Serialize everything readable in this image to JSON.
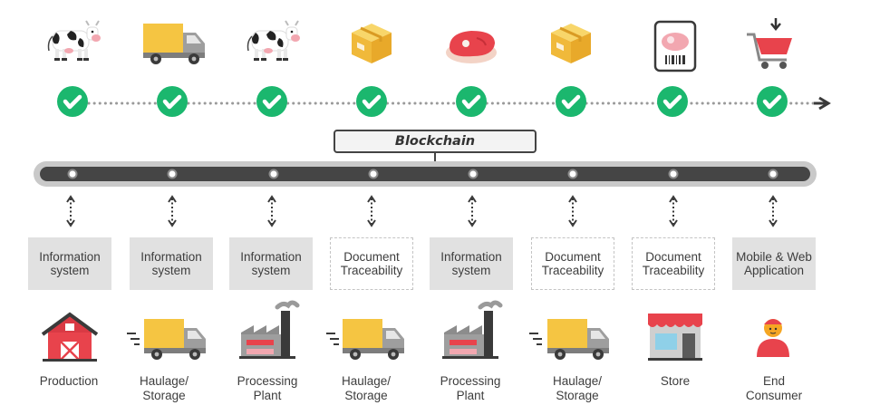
{
  "blockchain_label": "Blockchain",
  "colors": {
    "check_green": "#1bb76e",
    "accent_red": "#e8434c",
    "truck_yellow": "#f5c542",
    "belt_dark": "#454545",
    "box_fill": "#e1e1e1"
  },
  "top_items": [
    {
      "icon": "cow-icon"
    },
    {
      "icon": "truck-icon"
    },
    {
      "icon": "cow-icon"
    },
    {
      "icon": "package-box-icon"
    },
    {
      "icon": "meat-steak-icon"
    },
    {
      "icon": "package-box-icon"
    },
    {
      "icon": "packaged-meat-barcode-icon"
    },
    {
      "icon": "shopping-cart-icon"
    }
  ],
  "systems": [
    {
      "label_1": "Information",
      "label_2": "system",
      "style": "info"
    },
    {
      "label_1": "Information",
      "label_2": "system",
      "style": "info"
    },
    {
      "label_1": "Information",
      "label_2": "system",
      "style": "info"
    },
    {
      "label_1": "Document",
      "label_2": "Traceability",
      "style": "doc"
    },
    {
      "label_1": "Information",
      "label_2": "system",
      "style": "info"
    },
    {
      "label_1": "Document",
      "label_2": "Traceability",
      "style": "doc"
    },
    {
      "label_1": "Document",
      "label_2": "Traceability",
      "style": "doc"
    },
    {
      "label_1": "Mobile & Web",
      "label_2": "Application",
      "style": "info"
    }
  ],
  "stages": [
    {
      "label_1": "Production",
      "label_2": "",
      "icon": "barn-icon"
    },
    {
      "label_1": "Haulage/",
      "label_2": "Storage",
      "icon": "truck-icon"
    },
    {
      "label_1": "Processing",
      "label_2": "Plant",
      "icon": "factory-icon"
    },
    {
      "label_1": "Haulage/",
      "label_2": "Storage",
      "icon": "truck-icon"
    },
    {
      "label_1": "Processing",
      "label_2": "Plant",
      "icon": "factory-icon"
    },
    {
      "label_1": "Haulage/",
      "label_2": "Storage",
      "icon": "truck-icon"
    },
    {
      "label_1": "Store",
      "label_2": "",
      "icon": "store-icon"
    },
    {
      "label_1": "End",
      "label_2": "Consumer",
      "icon": "consumer-icon"
    }
  ]
}
